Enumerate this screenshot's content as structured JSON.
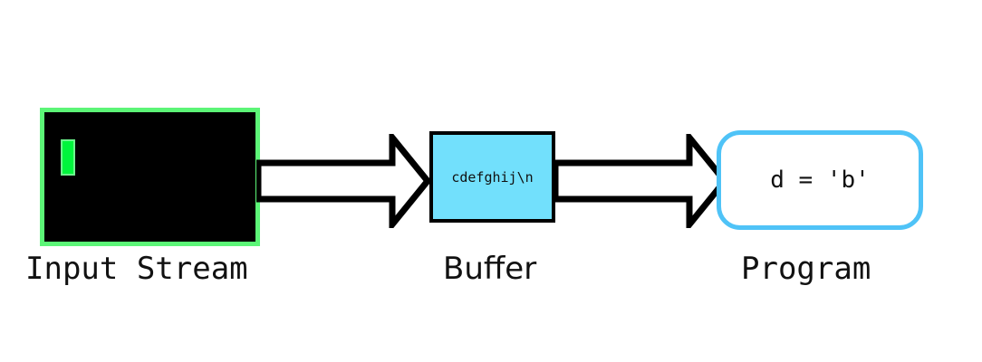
{
  "diagram": {
    "title": "Input Stream to Buffer to Program data flow",
    "background_color": "#ffffff",
    "stages": [
      {
        "id": "input-stream",
        "caption": "Input Stream",
        "kind": "terminal-window",
        "fill_color": "#000000",
        "border_color": "#5CF577",
        "cursor": {
          "name": "text-cursor",
          "fill_color": "#00F53C",
          "border_color": "#6EF78E"
        }
      },
      {
        "id": "buffer",
        "caption": "Buffer",
        "kind": "rectangle",
        "content_text": "cdefghij\\n",
        "fill_color": "#72E0FC",
        "border_color": "#000000"
      },
      {
        "id": "program",
        "caption": "Program",
        "kind": "rounded-rectangle",
        "content_text": "d = 'b'",
        "fill_color": "#ffffff",
        "border_color": "#4FC3F7"
      }
    ],
    "arrows": [
      {
        "id": "arrow-input-to-buffer",
        "name": "block-arrow-right-icon",
        "from": "input-stream",
        "to": "buffer",
        "fill_color": "#ffffff",
        "stroke_color": "#000000",
        "direction": "right"
      },
      {
        "id": "arrow-buffer-to-program",
        "name": "block-arrow-right-icon",
        "from": "buffer",
        "to": "program",
        "fill_color": "#ffffff",
        "stroke_color": "#000000",
        "direction": "right"
      }
    ]
  }
}
